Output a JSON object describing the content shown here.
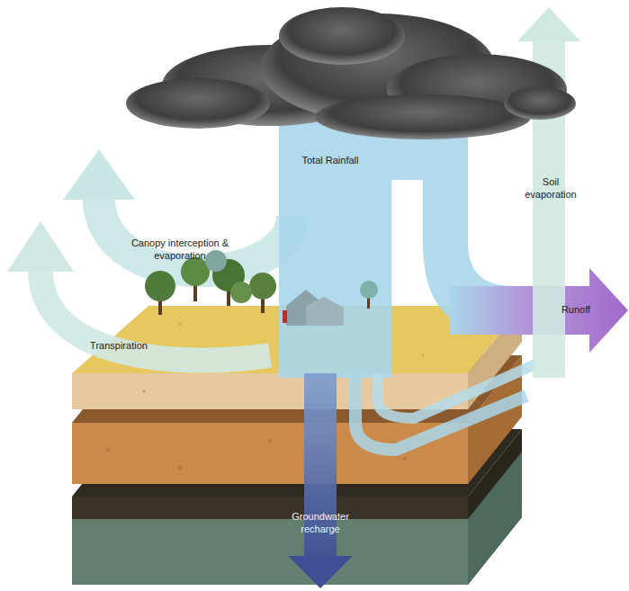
{
  "diagram": {
    "labels": [
      "Total Rainfall",
      "Soil evaporation",
      "Canopy interception & evaporation",
      "Runoff",
      "Transpiration",
      "Groundwater recharge"
    ]
  }
}
